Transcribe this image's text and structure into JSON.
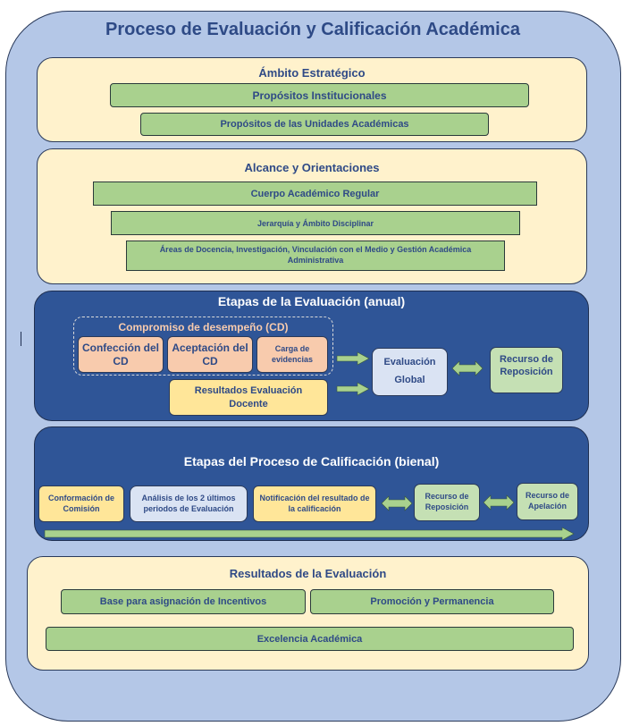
{
  "title": "Proceso de Evaluación y Calificación Académica",
  "ambito": {
    "title": "Ámbito Estratégico",
    "items": [
      "Propósitos Institucionales",
      "Propósitos de las Unidades Académicas"
    ]
  },
  "alcance": {
    "title": "Alcance y Orientaciones",
    "items": [
      "Cuerpo Académico Regular",
      "Jerarquía y Ámbito Disciplinar",
      "Áreas de Docencia, Investigación, Vinculación con el Medio y Gestión Académica Administrativa"
    ]
  },
  "etapas_evaluacion": {
    "title": "Etapas de la Evaluación (anual)",
    "compromiso": {
      "title": "Compromiso de desempeño (CD)",
      "steps": [
        "Confección del CD",
        "Aceptación del CD",
        "Carga de evidencias"
      ]
    },
    "resultados_docente": "Resultados Evaluación Docente",
    "evaluacion_global": "Evaluación Global",
    "recurso_reposicion": "Recurso de Reposición"
  },
  "etapas_calificacion": {
    "title": "Etapas del Proceso de Calificación (bienal)",
    "steps": [
      "Conformación de Comisión",
      "Análisis de los 2 últimos periodos de Evaluación",
      "Notificación del resultado de la calificación",
      "Recurso de Reposición",
      "Recurso de Apelación"
    ]
  },
  "resultados": {
    "title": "Resultados de la Evaluación",
    "items": [
      "Base para asignación de Incentivos",
      "Promoción y Permanencia",
      "Excelencia Académica"
    ]
  },
  "colors": {
    "outer_bg": "#b4c7e7",
    "cream": "#fff2cc",
    "navy": "#2f5597",
    "green": "#a9d18e",
    "light_green": "#c5e0b4",
    "peach": "#f8cbad",
    "yellow": "#ffe699",
    "light_blue": "#dae3f3",
    "text_blue": "#2f4a86"
  }
}
